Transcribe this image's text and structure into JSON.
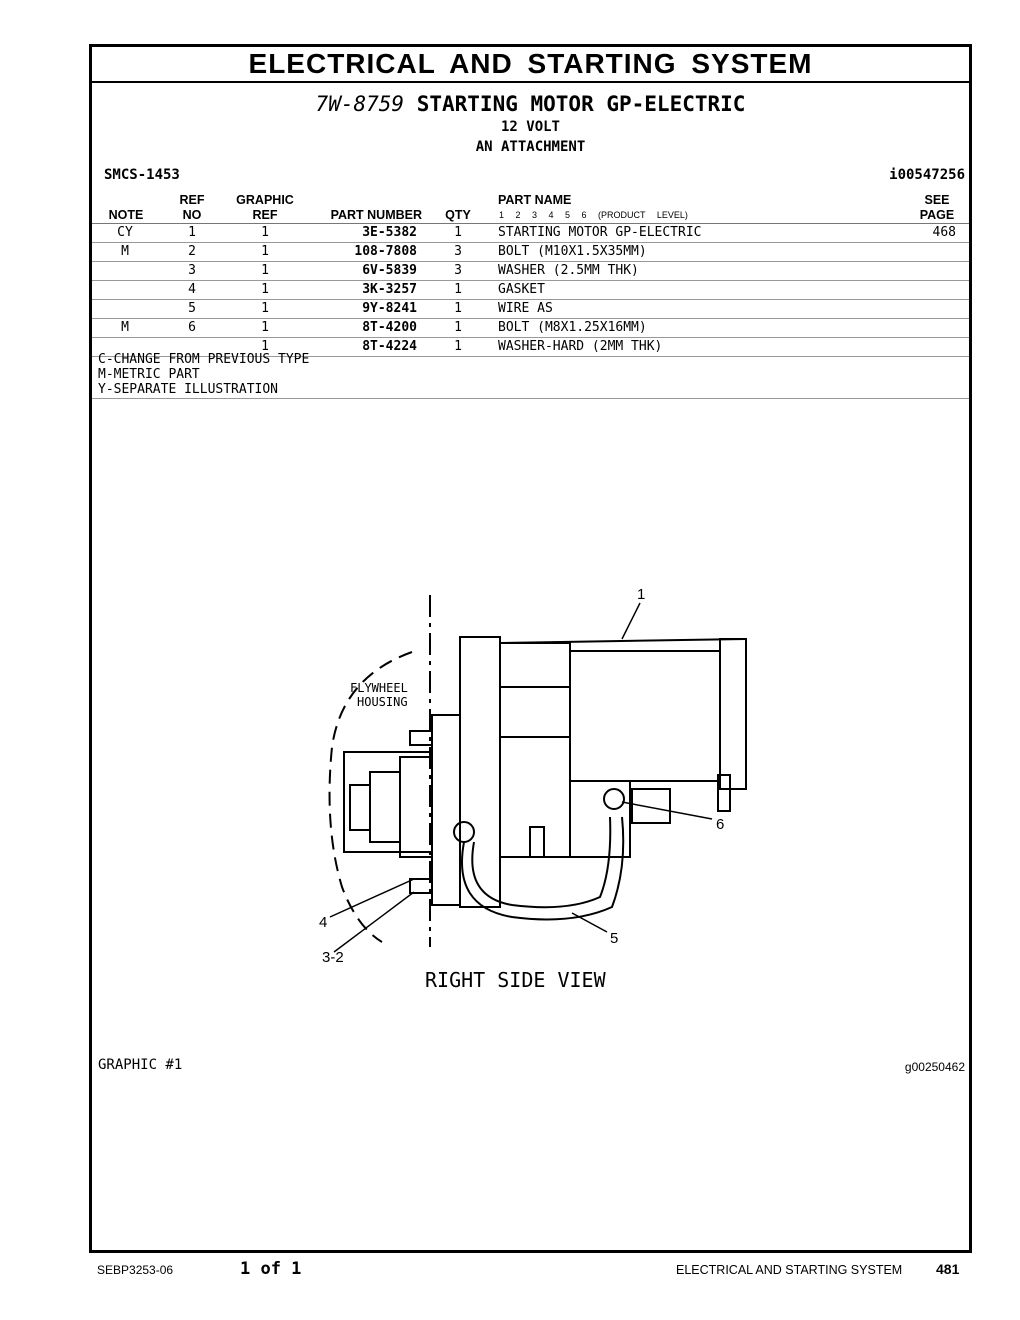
{
  "header": {
    "section_title": "ELECTRICAL AND STARTING SYSTEM",
    "group_number": "7W-8759",
    "group_name": "STARTING MOTOR GP-ELECTRIC",
    "line2": "12 VOLT",
    "line3": "AN ATTACHMENT",
    "smcs": "SMCS-1453",
    "info_id": "i00547256"
  },
  "table": {
    "headers": {
      "note": "NOTE",
      "ref_top": "REF",
      "ref_bottom": "NO",
      "graphic_top": "GRAPHIC",
      "graphic_bottom": "REF",
      "part_number": "PART NUMBER",
      "qty": "QTY",
      "part_name": "PART NAME",
      "levels": "1 2 3 4 5 6 (PRODUCT LEVEL)",
      "see_top": "SEE",
      "see_bottom": "PAGE"
    },
    "rows": [
      {
        "note": "CY",
        "ref": "1",
        "gref": "1",
        "part_number": "3E-5382",
        "qty": "1",
        "name": "STARTING MOTOR GP-ELECTRIC",
        "page": "468"
      },
      {
        "note": "M",
        "ref": "2",
        "gref": "1",
        "part_number": "108-7808",
        "qty": "3",
        "name": "BOLT (M10X1.5X35MM)",
        "page": ""
      },
      {
        "note": "",
        "ref": "3",
        "gref": "1",
        "part_number": "6V-5839",
        "qty": "3",
        "name": "WASHER (2.5MM THK)",
        "page": ""
      },
      {
        "note": "",
        "ref": "4",
        "gref": "1",
        "part_number": "3K-3257",
        "qty": "1",
        "name": "GASKET",
        "page": ""
      },
      {
        "note": "",
        "ref": "5",
        "gref": "1",
        "part_number": "9Y-8241",
        "qty": "1",
        "name": "WIRE AS",
        "page": ""
      },
      {
        "note": "M",
        "ref": "6",
        "gref": "1",
        "part_number": "8T-4200",
        "qty": "1",
        "name": "BOLT (M8X1.25X16MM)",
        "page": ""
      },
      {
        "note": "",
        "ref": "",
        "gref": "1",
        "part_number": "8T-4224",
        "qty": "1",
        "name": "WASHER-HARD (2MM THK)",
        "page": ""
      }
    ]
  },
  "legend": [
    "C-CHANGE FROM PREVIOUS TYPE",
    "M-METRIC PART",
    "Y-SEPARATE ILLUSTRATION"
  ],
  "drawing": {
    "callouts": [
      "1",
      "6",
      "5",
      "4",
      "3-2"
    ],
    "flywheel_label_1": "FLYWHEEL",
    "flywheel_label_2": "HOUSING",
    "view_label": "RIGHT SIDE VIEW"
  },
  "graphic": {
    "label": "GRAPHIC #1",
    "id": "g00250462"
  },
  "footer": {
    "doc_number": "SEBP3253-06",
    "page_of": "1 of 1",
    "section": "ELECTRICAL AND STARTING SYSTEM",
    "page_number": "481"
  }
}
